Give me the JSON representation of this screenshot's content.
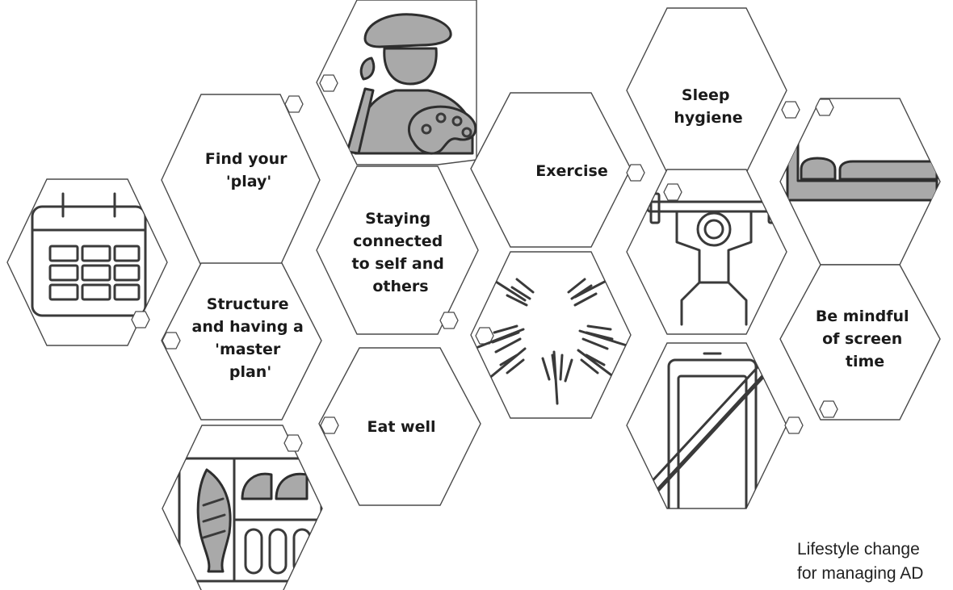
{
  "tiles": {
    "find_play": [
      "Find your",
      "'play'"
    ],
    "staying_connected": [
      "Staying",
      "connected",
      "to self and",
      "others"
    ],
    "exercise": [
      "Exercise"
    ],
    "sleep": [
      "Sleep",
      "hygiene"
    ],
    "structure": [
      "Structure",
      "and having a",
      "'master",
      "plan'"
    ],
    "eat_well": [
      "Eat well"
    ],
    "screen_time": [
      "Be mindful",
      "of screen",
      "time"
    ]
  },
  "icons": {
    "artist": "artist-with-palette-icon",
    "calendar": "calendar-icon",
    "hands": "joined-hands-icon",
    "weightlifter": "weightlifter-icon",
    "bed": "bed-icon",
    "phone": "crossed-out-phone-icon",
    "food": "lunchbox-food-icon"
  },
  "caption": {
    "line1": "Lifestyle change",
    "line2": "for managing AD"
  },
  "colors": {
    "outline": "#4a4a4a",
    "icon_fill": "#a9a9a9",
    "text": "#1a1a1a",
    "background": "#ffffff"
  }
}
